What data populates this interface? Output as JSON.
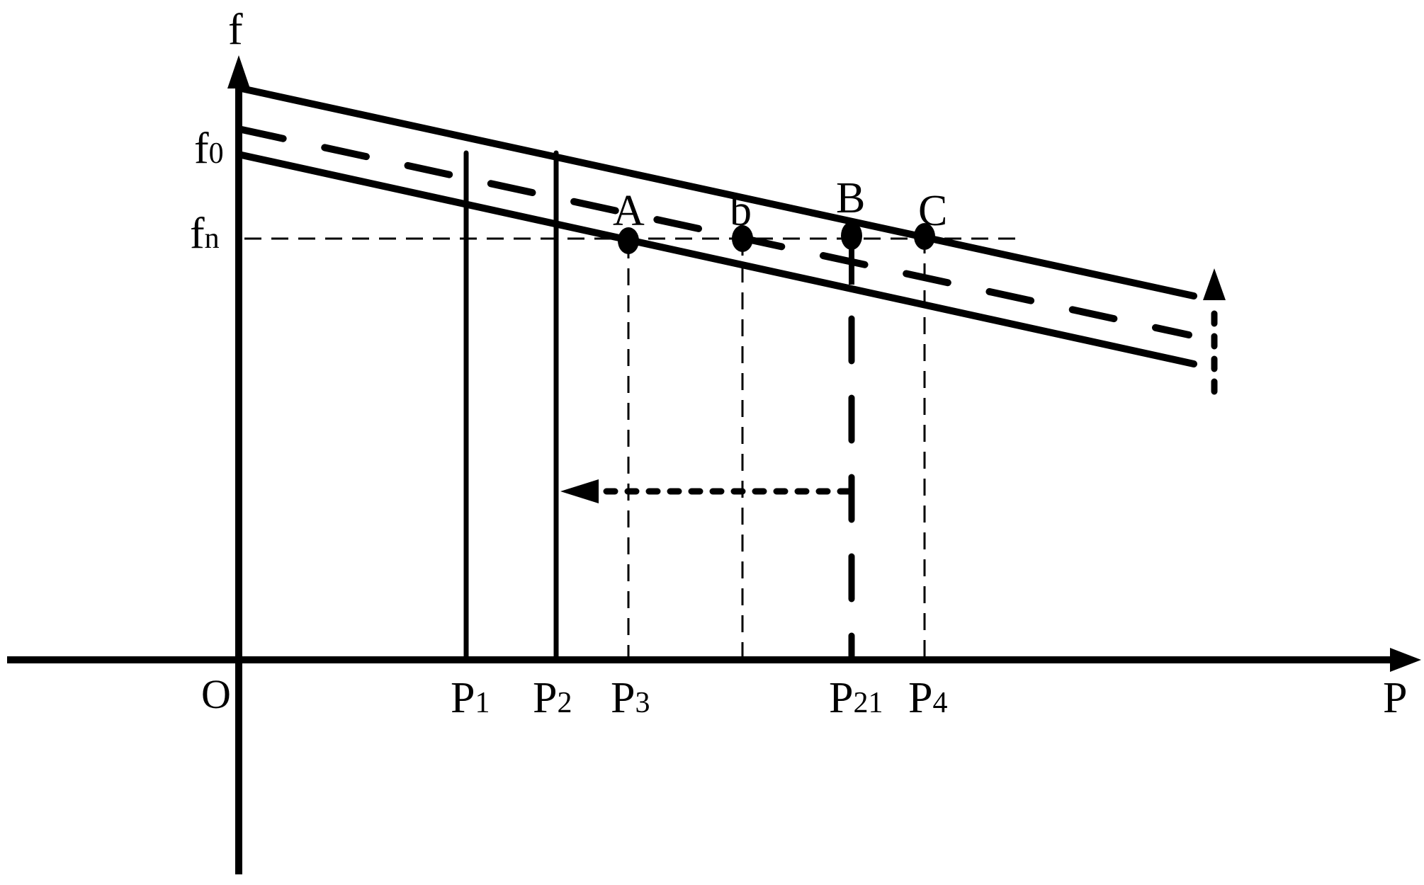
{
  "diagram": {
    "type": "frequency-power droop characteristic",
    "axes": {
      "y_label": "f",
      "x_label": "P",
      "origin_label": "O"
    },
    "y_ticks": [
      {
        "base": "f",
        "sub": "0"
      },
      {
        "base": "f",
        "sub": "n"
      }
    ],
    "x_ticks": [
      {
        "base": "P",
        "sub": "1"
      },
      {
        "base": "P",
        "sub": "2"
      },
      {
        "base": "P",
        "sub": "3"
      },
      {
        "base": "P",
        "sub": "21"
      },
      {
        "base": "P",
        "sub": "4"
      }
    ],
    "points": [
      {
        "label": "A"
      },
      {
        "label": "b"
      },
      {
        "label": "B"
      },
      {
        "label": "C"
      }
    ],
    "lines": {
      "upper": "solid droop line (upper)",
      "middle": "dashed droop line (f0 intercept)",
      "lower": "solid droop line (lower)"
    },
    "colors": {
      "stroke": "#000000",
      "background": "#ffffff"
    }
  }
}
